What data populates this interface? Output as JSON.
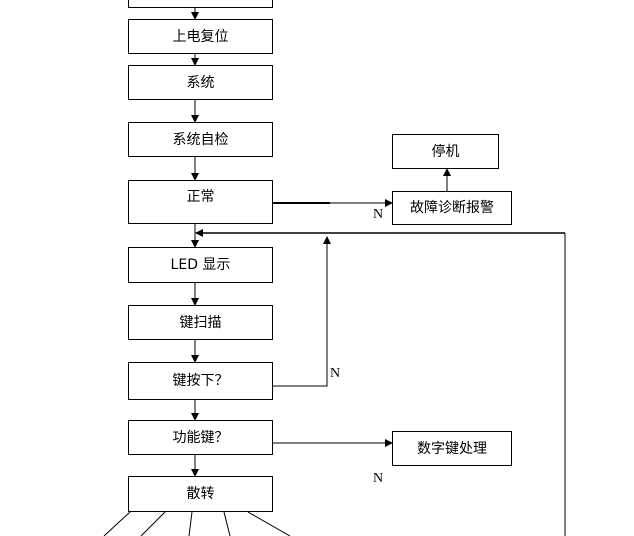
{
  "flowchart": {
    "nodes": {
      "power_reset": "上电复位",
      "system": "系统",
      "self_check": "系统自检",
      "normal": "正常",
      "led_display": "LED 显示",
      "key_scan": "键扫描",
      "key_pressed": "键按下？",
      "function_key": "功能键？",
      "dispatch": "散转",
      "fault_alarm": "故障诊断报警",
      "halt": "停机",
      "digit_key": "数字键处理"
    },
    "edge_labels": {
      "normal_no": "N",
      "key_pressed_no": "N",
      "function_key_no": "N"
    }
  }
}
